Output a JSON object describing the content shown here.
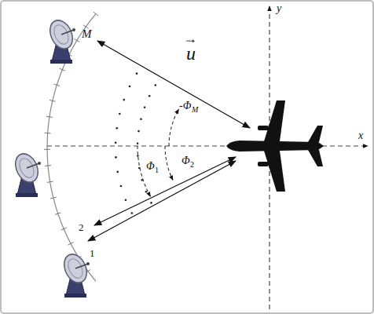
{
  "diagram": {
    "labels": [
      "M",
      "→",
      "u",
      "-Φ",
      "M",
      "Φ",
      "1",
      "Φ",
      "2",
      "2",
      "1",
      "x",
      "y"
    ]
  }
}
